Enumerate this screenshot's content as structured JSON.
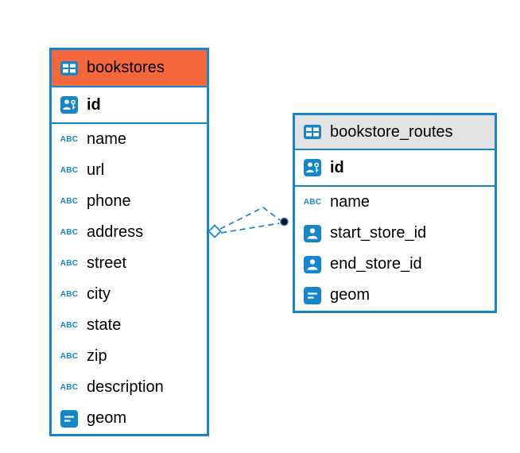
{
  "colors": {
    "accent_blue": "#1486c9",
    "header_orange": "#f5683c",
    "header_gray": "#e3e3e3",
    "text": "#000000",
    "connector_dot": "#111111"
  },
  "icons": {
    "table": "table-grid-icon",
    "primary_key": "person-key-icon",
    "text_type": "abc-icon",
    "reference": "person-icon",
    "geometry": "lines-box-icon",
    "text_glyph": "ABC"
  },
  "tables": [
    {
      "name": "bookstores",
      "header_style": "orange",
      "pk": {
        "name": "id",
        "type": "primary-key"
      },
      "columns": [
        {
          "name": "name",
          "type": "text"
        },
        {
          "name": "url",
          "type": "text"
        },
        {
          "name": "phone",
          "type": "text"
        },
        {
          "name": "address",
          "type": "text"
        },
        {
          "name": "street",
          "type": "text"
        },
        {
          "name": "city",
          "type": "text"
        },
        {
          "name": "state",
          "type": "text"
        },
        {
          "name": "zip",
          "type": "text"
        },
        {
          "name": "description",
          "type": "text"
        },
        {
          "name": "geom",
          "type": "geometry"
        }
      ]
    },
    {
      "name": "bookstore_routes",
      "header_style": "gray",
      "pk": {
        "name": "id",
        "type": "primary-key"
      },
      "columns": [
        {
          "name": "name",
          "type": "text"
        },
        {
          "name": "start_store_id",
          "type": "reference"
        },
        {
          "name": "end_store_id",
          "type": "reference"
        },
        {
          "name": "geom",
          "type": "geometry"
        }
      ]
    }
  ],
  "relationship": {
    "from_table": "bookstores",
    "to_table": "bookstore_routes",
    "line_style": "dashed",
    "start_marker": "open-diamond",
    "end_marker": "filled-dot"
  }
}
